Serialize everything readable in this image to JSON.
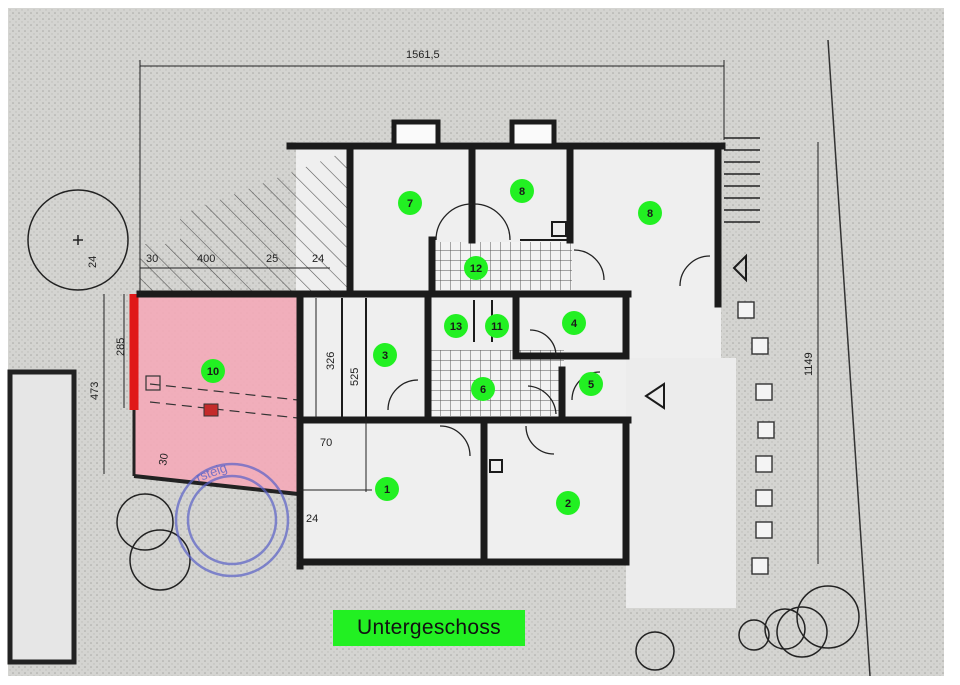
{
  "title": "Untergeschoss",
  "colors": {
    "paper": "#d9d9d6",
    "wall": "#1b1b1b",
    "room_marker": "#22f022",
    "highlight_fill": "#f4aab8",
    "highlight_edge": "#e01818",
    "stamp": "#5a62c8"
  },
  "dimensions": {
    "overall_width": "1561,5",
    "overall_depth": "1149",
    "d30_top": "30",
    "d400": "400",
    "d25": "25",
    "d24_top": "24",
    "d24_left": "24",
    "d285": "285",
    "d473": "473",
    "d326": "326",
    "d525": "525",
    "d70": "70",
    "d30_diag": "30",
    "d24_bottom": "24"
  },
  "rooms": [
    {
      "id": "7"
    },
    {
      "id": "8"
    },
    {
      "id": "8"
    },
    {
      "id": "12"
    },
    {
      "id": "13"
    },
    {
      "id": "11"
    },
    {
      "id": "4"
    },
    {
      "id": "3"
    },
    {
      "id": "10"
    },
    {
      "id": "6"
    },
    {
      "id": "5"
    },
    {
      "id": "1"
    },
    {
      "id": "2"
    }
  ],
  "stamp_text": "rsteig"
}
